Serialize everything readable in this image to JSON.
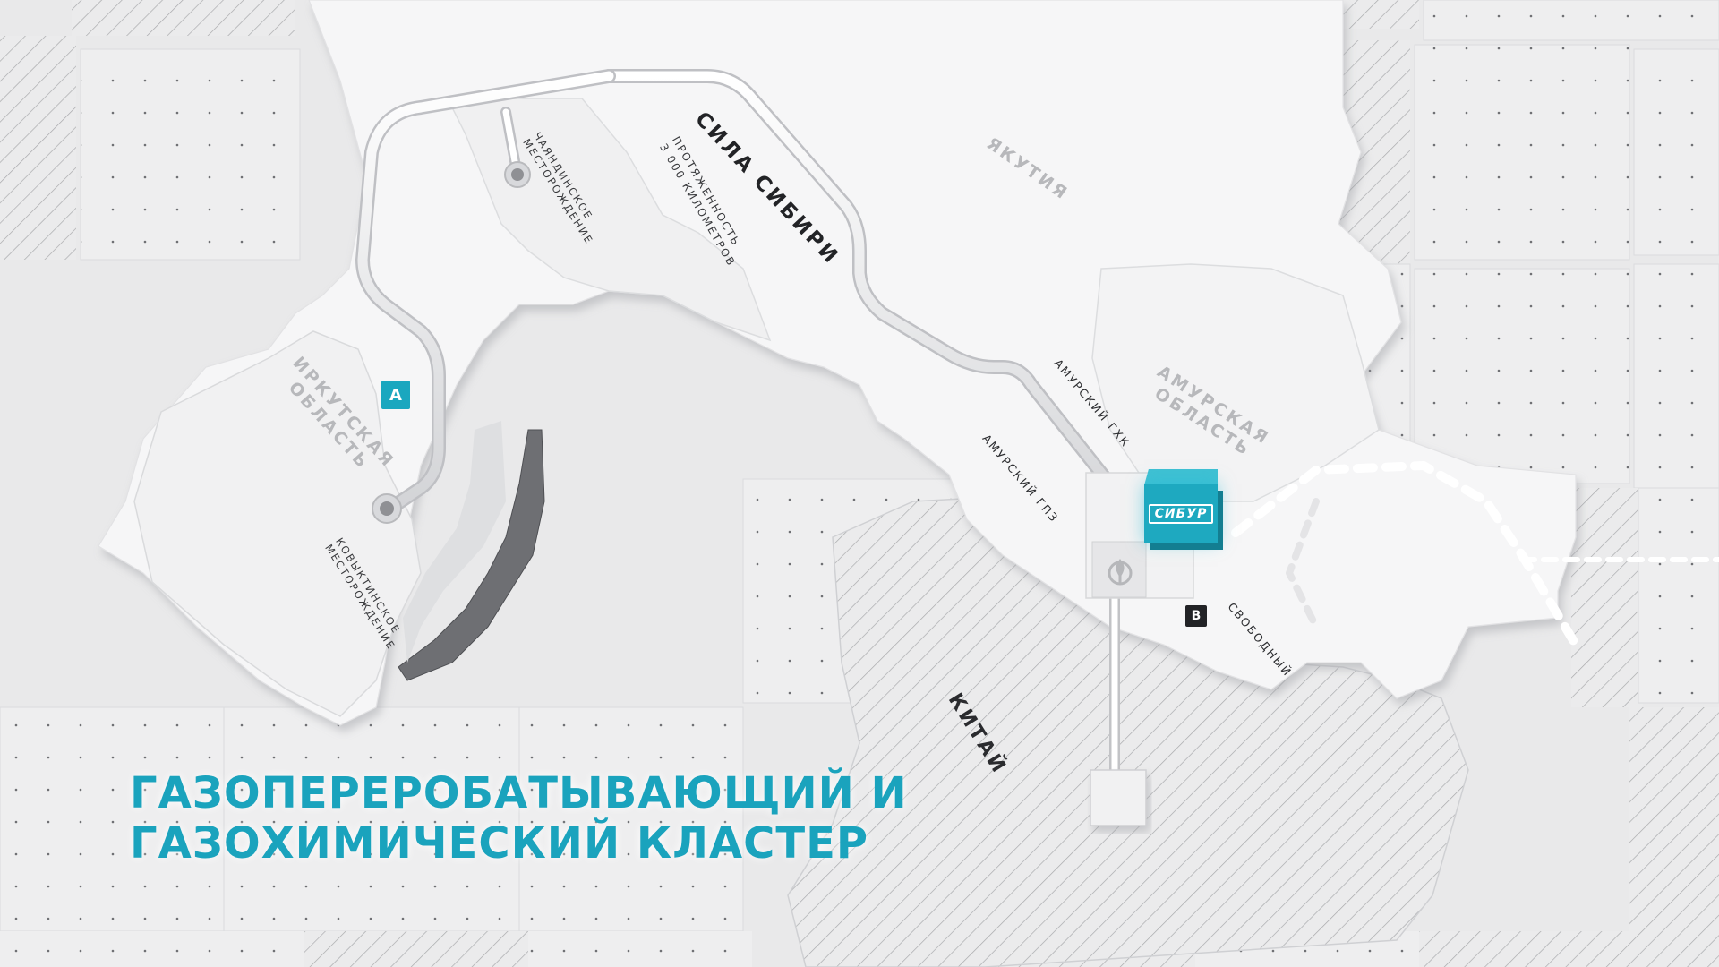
{
  "headline": {
    "line1": "ГАЗОПЕРЕРОБАТЫВАЮЩИЙ И",
    "line2": "ГАЗОХИМИЧЕСКИЙ КЛАСТЕР"
  },
  "regions": {
    "yakutia": "ЯКУТИЯ",
    "irkutsk": "ИРКУТСКАЯ\nОБЛАСТЬ",
    "amur": "АМУРСКАЯ\nОБЛАСТЬ",
    "china": "КИТАЙ"
  },
  "fields": {
    "chayanda": "ЧАЯНДИНСКОЕ\nМЕСТОРОЖДЕНИЕ",
    "kovykta": "КОВЫКТИНСКОЕ\nМЕСТОРОЖДЕНИЕ"
  },
  "pipeline": {
    "name": "СИЛА СИБИРИ",
    "length": "ПРОТЯЖЕННОСТЬ\n3 000 КИЛОМЕТРОВ"
  },
  "facilities": {
    "gkhk": "АМУРСКИЙ ГХК",
    "gpz": "АМУРСКИЙ ГПЗ",
    "svobodny": "СВОБОДНЫЙ",
    "sibur_logo": "СИБУР"
  },
  "markers": {
    "a": "А",
    "b": "В"
  },
  "colors": {
    "accent": "#1aa7bf",
    "background": "#ececed",
    "land": "#f7f7f8",
    "dark": "#222326"
  },
  "icons": [
    "gazprom-flame-icon",
    "field-well-icon",
    "sibur-logo-icon"
  ]
}
